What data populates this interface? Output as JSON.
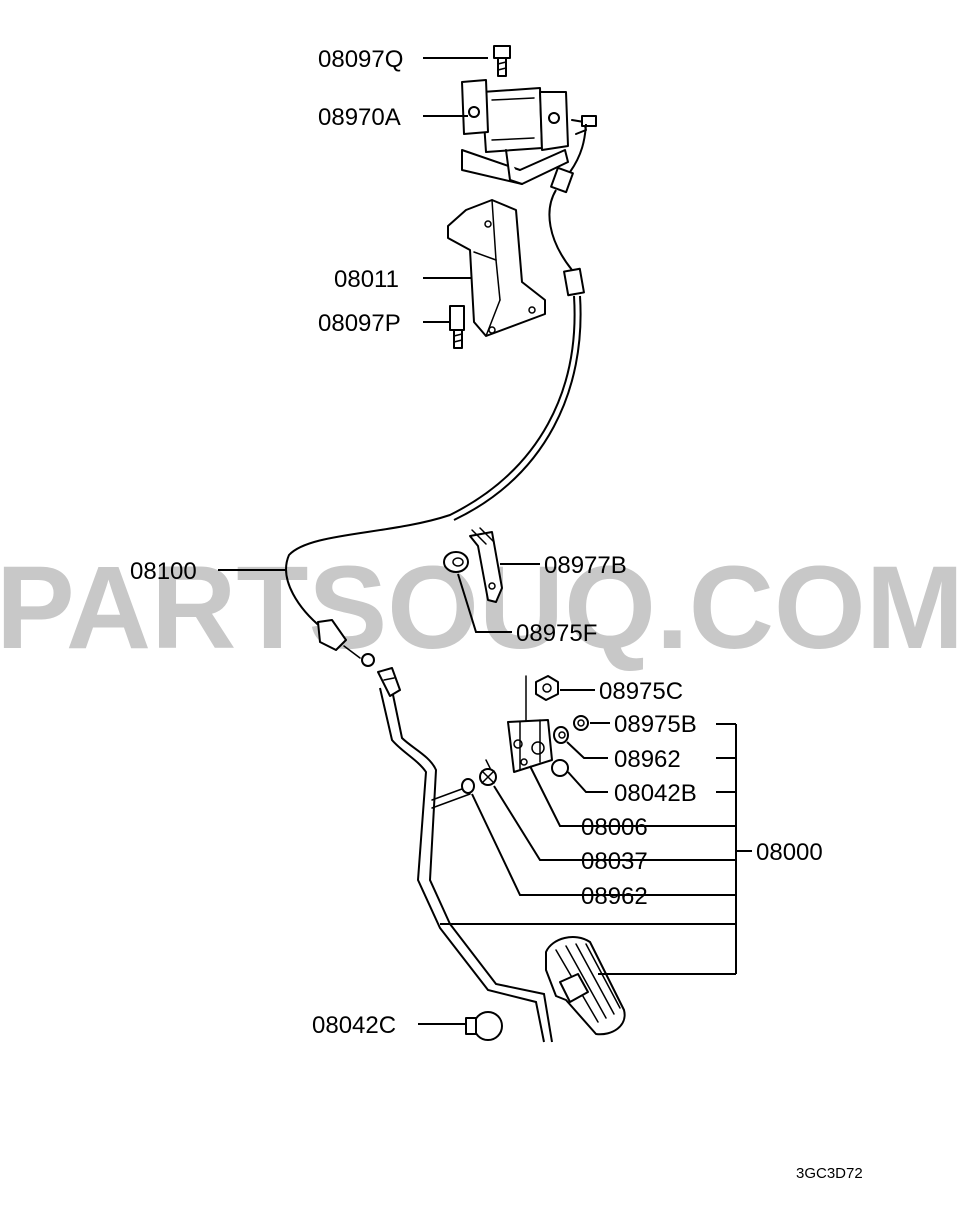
{
  "watermark": "PARTSOUQ.COM",
  "diagram_code": "3GC3D72",
  "labels": {
    "p08097Q": "08097Q",
    "p08970A": "08970A",
    "p08011": "08011",
    "p08097P": "08097P",
    "p08100": "08100",
    "p08977B": "08977B",
    "p08975F": "08975F",
    "p08975C": "08975C",
    "p08975B": "08975B",
    "p08962a": "08962",
    "p08042B": "08042B",
    "p08006": "08006",
    "p08037": "08037",
    "p08962b": "08962",
    "p08000": "08000",
    "p08042C": "08042C"
  }
}
